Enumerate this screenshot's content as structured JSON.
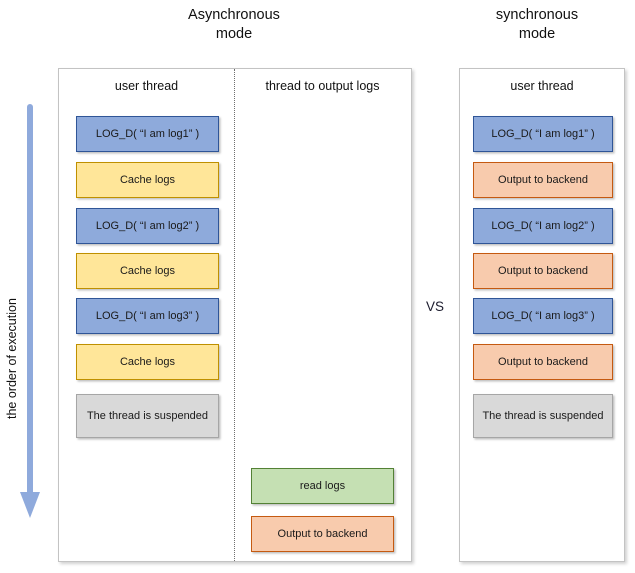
{
  "page": {
    "left_title": {
      "line1": "Asynchronous",
      "line2": "mode"
    },
    "right_title": {
      "line1": "synchronous",
      "line2": "mode"
    },
    "vs_label": "VS",
    "axis_label": "the order of execution"
  },
  "async_panel": {
    "user_thread_header": "user thread",
    "output_thread_header": "thread to output logs",
    "user_thread_boxes": [
      {
        "label": "LOG_D( “I am log1” )",
        "kind": "log-call"
      },
      {
        "label": "Cache logs",
        "kind": "cache"
      },
      {
        "label": "LOG_D( “I am log2” )",
        "kind": "log-call"
      },
      {
        "label": "Cache logs",
        "kind": "cache"
      },
      {
        "label": "LOG_D( “I am log3” )",
        "kind": "log-call"
      },
      {
        "label": "Cache logs",
        "kind": "cache"
      },
      {
        "label": "The thread is suspended",
        "kind": "suspended"
      }
    ],
    "output_thread_boxes": [
      {
        "label": "read logs",
        "kind": "read"
      },
      {
        "label": "Output to backend",
        "kind": "output"
      }
    ]
  },
  "sync_panel": {
    "user_thread_header": "user thread",
    "user_thread_boxes": [
      {
        "label": "LOG_D( “I am log1” )",
        "kind": "log-call"
      },
      {
        "label": "Output to backend",
        "kind": "output"
      },
      {
        "label": "LOG_D( “I am log2” )",
        "kind": "log-call"
      },
      {
        "label": "Output to backend",
        "kind": "output"
      },
      {
        "label": "LOG_D( “I am log3” )",
        "kind": "log-call"
      },
      {
        "label": "Output to backend",
        "kind": "output"
      },
      {
        "label": "The thread is suspended",
        "kind": "suspended"
      }
    ]
  },
  "colors": {
    "log_call_fill": "#8EAADB",
    "log_call_border": "#2F5597",
    "cache_fill": "#FFE699",
    "cache_border": "#BF9000",
    "output_fill": "#F8CBAD",
    "output_border": "#C55A11",
    "read_fill": "#C5E0B3",
    "read_border": "#538135",
    "suspended_fill": "#D9D9D9",
    "suspended_border": "#A6A6A6",
    "arrow": "#8FAADC"
  }
}
